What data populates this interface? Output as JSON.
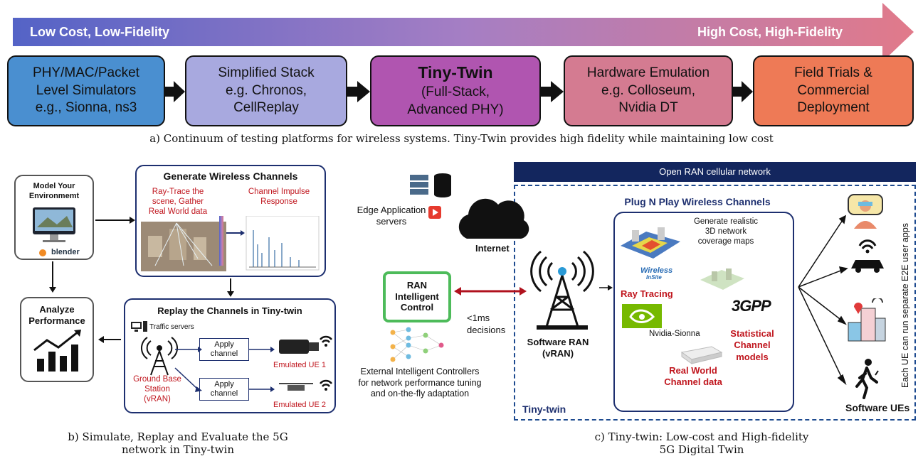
{
  "panel_a": {
    "arrow_left_label": "Low Cost, Low-Fidelity",
    "arrow_right_label": "High Cost, High-Fidelity",
    "stages": [
      {
        "lines": [
          "PHY/MAC/Packet",
          "Level Simulators",
          "e.g., Sionna, ns3"
        ],
        "color": "#4a8fd0"
      },
      {
        "lines": [
          "Simplified Stack",
          "e.g. Chronos,",
          "CellReplay"
        ],
        "color": "#a8a9df"
      },
      {
        "lines": [
          "Tiny-Twin",
          "(Full-Stack,",
          "Advanced PHY)"
        ],
        "color": "#b055b0"
      },
      {
        "lines": [
          "Hardware Emulation",
          "e.g. Colloseum,",
          "Nvidia DT"
        ],
        "color": "#d47b91"
      },
      {
        "lines": [
          "Field Trials &",
          "Commercial",
          "Deployment"
        ],
        "color": "#ee7a56"
      }
    ],
    "caption": "a) Continuum of testing platforms for wireless systems. Tiny-Twin provides high fidelity while maintaining low cost"
  },
  "panel_b": {
    "model_env": [
      "Model Your",
      "Environmemt"
    ],
    "blender": "blender",
    "generate_title": "Generate Wireless Channels",
    "raytrace_text": [
      "Ray-Trace the",
      "scene, Gather",
      "Real World data"
    ],
    "impulse_text": [
      "Channel Impulse",
      "Response"
    ],
    "replay_title": "Replay the Channels in Tiny-twin",
    "traffic_servers": "Traffic servers",
    "apply_channel_1": [
      "Apply",
      "channel"
    ],
    "apply_channel_2": [
      "Apply",
      "channel"
    ],
    "ground_station": [
      "Ground Base",
      "Station",
      "(vRAN)"
    ],
    "ue1": "Emulated UE 1",
    "ue2": "Emulated UE 2",
    "analyze": [
      "Analyze",
      "Performance"
    ],
    "caption": [
      "b) Simulate, Replay and Evaluate the 5G",
      "network in Tiny-twin"
    ]
  },
  "panel_c": {
    "oran_header": "Open RAN cellular network",
    "edge_servers": [
      "Edge Application",
      "servers"
    ],
    "internet": "Internet",
    "ric": [
      "RAN",
      "Intelligent",
      "Control"
    ],
    "latency": [
      "<1ms",
      "decisions"
    ],
    "external": [
      "External Intelligent Controllers",
      "for network performance tuning",
      "and on-the-fly adaptation"
    ],
    "software_ran": [
      "Software RAN",
      "(vRAN)"
    ],
    "plug_title": "Plug N Play Wireless Channels",
    "coverage": [
      "Generate realistic",
      "3D network",
      "coverage maps"
    ],
    "wireless_insite": [
      "Wireless",
      "InSite"
    ],
    "ray_tracing": "Ray Tracing",
    "nvidia_sionna": "Nvidia-Sionna",
    "threegpp": "3GPP",
    "statistical": [
      "Statistical",
      "Channel",
      "models"
    ],
    "real_world": [
      "Real World",
      "Channel data"
    ],
    "tiny_twin": "Tiny-twin",
    "software_ues": "Software UEs",
    "vertical_note": "Each UE can run separate E2E user apps",
    "caption": [
      "c) Tiny-twin: Low-cost and High-fidelity",
      "5G Digital Twin"
    ]
  }
}
